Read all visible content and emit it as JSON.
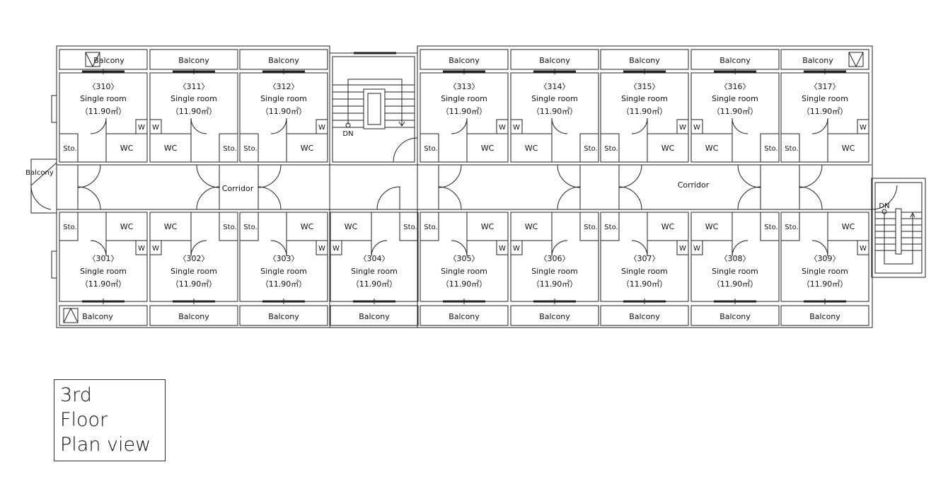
{
  "plan": {
    "balcony_label": "Balcony",
    "corridor_label": "Corridor",
    "dn_label": "DN",
    "wc_label": "WC",
    "w_label": "W",
    "storage_label": "Sto.",
    "top_rooms": [
      {
        "col": 0,
        "number": "〈310〉",
        "type": "Single room",
        "area": "（11.90㎡）",
        "mirror": false
      },
      {
        "col": 1,
        "number": "〈311〉",
        "type": "Single room",
        "area": "（11.90㎡）",
        "mirror": true
      },
      {
        "col": 2,
        "number": "〈312〉",
        "type": "Single room",
        "area": "（11.90㎡）",
        "mirror": false
      },
      {
        "col": 4,
        "number": "〈313〉",
        "type": "Single room",
        "area": "（11.90㎡）",
        "mirror": false
      },
      {
        "col": 5,
        "number": "〈314〉",
        "type": "Single room",
        "area": "（11.90㎡）",
        "mirror": true
      },
      {
        "col": 6,
        "number": "〈315〉",
        "type": "Single room",
        "area": "（11.90㎡）",
        "mirror": false
      },
      {
        "col": 7,
        "number": "〈316〉",
        "type": "Single room",
        "area": "（11.90㎡）",
        "mirror": true
      },
      {
        "col": 8,
        "number": "〈317〉",
        "type": "Single room",
        "area": "（11.90㎡）",
        "mirror": false
      }
    ],
    "bottom_rooms": [
      {
        "col": 0,
        "number": "〈301〉",
        "type": "Single room",
        "area": "（11.90㎡）",
        "mirror": false
      },
      {
        "col": 1,
        "number": "〈302〉",
        "type": "Single room",
        "area": "（11.90㎡）",
        "mirror": true
      },
      {
        "col": 2,
        "number": "〈303〉",
        "type": "Single room",
        "area": "（11.90㎡）",
        "mirror": false
      },
      {
        "col": 3,
        "number": "〈304〉",
        "type": "Single room",
        "area": "（11.90㎡）",
        "mirror": true
      },
      {
        "col": 4,
        "number": "〈305〉",
        "type": "Single room",
        "area": "（11.90㎡）",
        "mirror": false
      },
      {
        "col": 5,
        "number": "〈306〉",
        "type": "Single room",
        "area": "（11.90㎡）",
        "mirror": true
      },
      {
        "col": 6,
        "number": "〈307〉",
        "type": "Single room",
        "area": "（11.90㎡）",
        "mirror": false
      },
      {
        "col": 7,
        "number": "〈308〉",
        "type": "Single room",
        "area": "（11.90㎡）",
        "mirror": true
      },
      {
        "col": 8,
        "number": "〈309〉",
        "type": "Single room",
        "area": "（11.90㎡）",
        "mirror": false
      }
    ]
  },
  "legend": {
    "line1": "3rd",
    "line2": "Floor",
    "line3": "Plan view"
  }
}
